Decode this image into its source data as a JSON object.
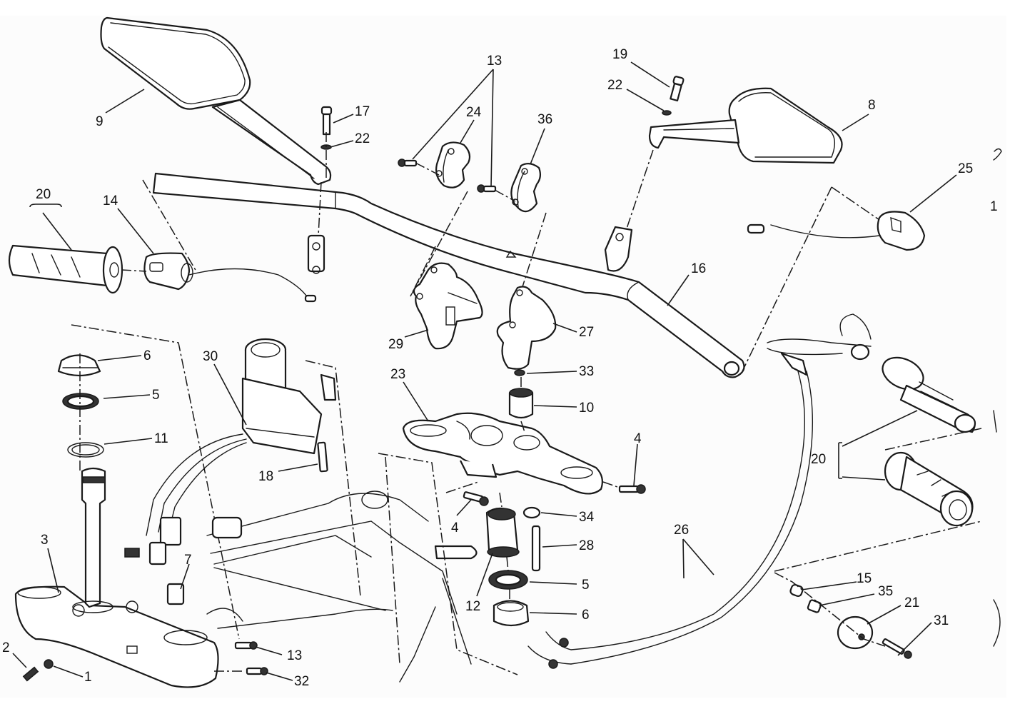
{
  "diagram": {
    "title": "Handlebar and steering assembly (exploded view)",
    "callouts": [
      {
        "id": "c9",
        "label": "9",
        "part": "left-mirror"
      },
      {
        "id": "c17",
        "label": "17",
        "part": "mirror-bolt-left"
      },
      {
        "id": "c22a",
        "label": "22",
        "part": "washer-left"
      },
      {
        "id": "c13a",
        "label": "13",
        "part": "clamp-bolts"
      },
      {
        "id": "c24",
        "label": "24",
        "part": "riser-clamp-left"
      },
      {
        "id": "c36",
        "label": "36",
        "part": "riser-clamp-right"
      },
      {
        "id": "c19",
        "label": "19",
        "part": "mirror-bolt-right"
      },
      {
        "id": "c22b",
        "label": "22",
        "part": "washer-right"
      },
      {
        "id": "c8",
        "label": "8",
        "part": "right-mirror"
      },
      {
        "id": "c25",
        "label": "25",
        "part": "right-switch"
      },
      {
        "id": "c20a",
        "label": "20",
        "part": "left-grip"
      },
      {
        "id": "c14",
        "label": "14",
        "part": "left-switch"
      },
      {
        "id": "c16",
        "label": "16",
        "part": "handlebar"
      },
      {
        "id": "c29",
        "label": "29",
        "part": "riser-left"
      },
      {
        "id": "c27",
        "label": "27",
        "part": "riser-right"
      },
      {
        "id": "c6a",
        "label": "6",
        "part": "upper-bearing"
      },
      {
        "id": "c5a",
        "label": "5",
        "part": "upper-seal"
      },
      {
        "id": "c11",
        "label": "11",
        "part": "o-ring"
      },
      {
        "id": "c30",
        "label": "30",
        "part": "ignition-lock"
      },
      {
        "id": "c18",
        "label": "18",
        "part": "lock-bolt"
      },
      {
        "id": "c23",
        "label": "23",
        "part": "upper-triple-clamp"
      },
      {
        "id": "c33",
        "label": "33",
        "part": "washer-33"
      },
      {
        "id": "c10",
        "label": "10",
        "part": "spacer"
      },
      {
        "id": "c4a",
        "label": "4",
        "part": "clamp-screw-right"
      },
      {
        "id": "c4b",
        "label": "4",
        "part": "clamp-screw-left"
      },
      {
        "id": "c34",
        "label": "34",
        "part": "washer-34"
      },
      {
        "id": "c28",
        "label": "28",
        "part": "stud"
      },
      {
        "id": "c5b",
        "label": "5",
        "part": "lower-seal"
      },
      {
        "id": "c12",
        "label": "12",
        "part": "steering-nut"
      },
      {
        "id": "c6b",
        "label": "6",
        "part": "lower-bearing"
      },
      {
        "id": "c26",
        "label": "26",
        "part": "throttle-cables"
      },
      {
        "id": "c20b",
        "label": "20",
        "part": "right-grips"
      },
      {
        "id": "c3",
        "label": "3",
        "part": "lower-triple-clamp"
      },
      {
        "id": "c7",
        "label": "7",
        "part": "connector-cap"
      },
      {
        "id": "c2",
        "label": "2",
        "part": "stop-screw"
      },
      {
        "id": "c1",
        "label": "1",
        "part": "nut"
      },
      {
        "id": "c13b",
        "label": "13",
        "part": "frame-bolt"
      },
      {
        "id": "c32",
        "label": "32",
        "part": "frame-bolt-32"
      },
      {
        "id": "c15",
        "label": "15",
        "part": "bar-end-insert"
      },
      {
        "id": "c35",
        "label": "35",
        "part": "bar-end-spacer"
      },
      {
        "id": "c21",
        "label": "21",
        "part": "bar-end-weight"
      },
      {
        "id": "c31",
        "label": "31",
        "part": "bar-end-screw"
      },
      {
        "id": "c1r",
        "label": "1",
        "part": "edge-fragment"
      }
    ]
  }
}
